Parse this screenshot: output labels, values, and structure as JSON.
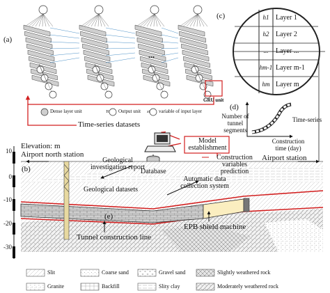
{
  "panels": {
    "a": "(a)",
    "b": "(b)",
    "c": "(c)",
    "d": "(d)",
    "e": "(e)"
  },
  "network": {
    "ellipsis": "...",
    "gru_unit": "GRU unit",
    "node_output": "Yi",
    "node_input": "xi",
    "legend": {
      "dense": "Dense layer unit",
      "output_symbol": "Yi",
      "output": "Output unit",
      "input_symbol": "xi",
      "input": "variable of input layer"
    }
  },
  "flow": {
    "time_series_datasets": "Time-series datasets",
    "model_establishment": "Model establishment",
    "database": "Database",
    "geological_report": "Geological investigation report",
    "geological_datasets": "Geological datasets",
    "automatic_collection": "Automatic data collection system",
    "construction_prediction": "Construction variables prediction"
  },
  "section": {
    "elevation": "Elevation: m",
    "airport_north": "Airport north station",
    "airport_station": "Airport station",
    "tunnel_line": "Tunnel construction line",
    "epb": "EPB shield machine",
    "y_ticks": [
      "10",
      "0",
      "-10",
      "-20",
      "-30"
    ]
  },
  "layers": {
    "rows": [
      {
        "h": "h1",
        "name": "Layer 1"
      },
      {
        "h": "h2",
        "name": "Layer 2"
      },
      {
        "h": "...",
        "name": "Layer ..."
      },
      {
        "h": "hm-1",
        "name": "Layer m-1"
      },
      {
        "h": "hm",
        "name": "Layer m"
      }
    ]
  },
  "segments": {
    "y_label": "Number of tunnel segments",
    "series_label": "Time-series",
    "x_label": "Construction time (day)"
  },
  "soil_legend": [
    {
      "name": "Slit",
      "pattern": "slit"
    },
    {
      "name": "Coarse sand",
      "pattern": "coarse"
    },
    {
      "name": "Gravel sand",
      "pattern": "gravel"
    },
    {
      "name": "Slightly weathered rock",
      "pattern": "rock"
    },
    {
      "name": "Granite",
      "pattern": "granite"
    },
    {
      "name": "Backfill",
      "pattern": "backfill"
    },
    {
      "name": "Slity clay",
      "pattern": "clay"
    },
    {
      "name": "Moderately weathered rock",
      "pattern": "mrock"
    }
  ],
  "colors": {
    "accent": "#d21f1f",
    "machine": "#fbeec0",
    "node": "#ffffff",
    "dense": "#cfcfcf"
  }
}
